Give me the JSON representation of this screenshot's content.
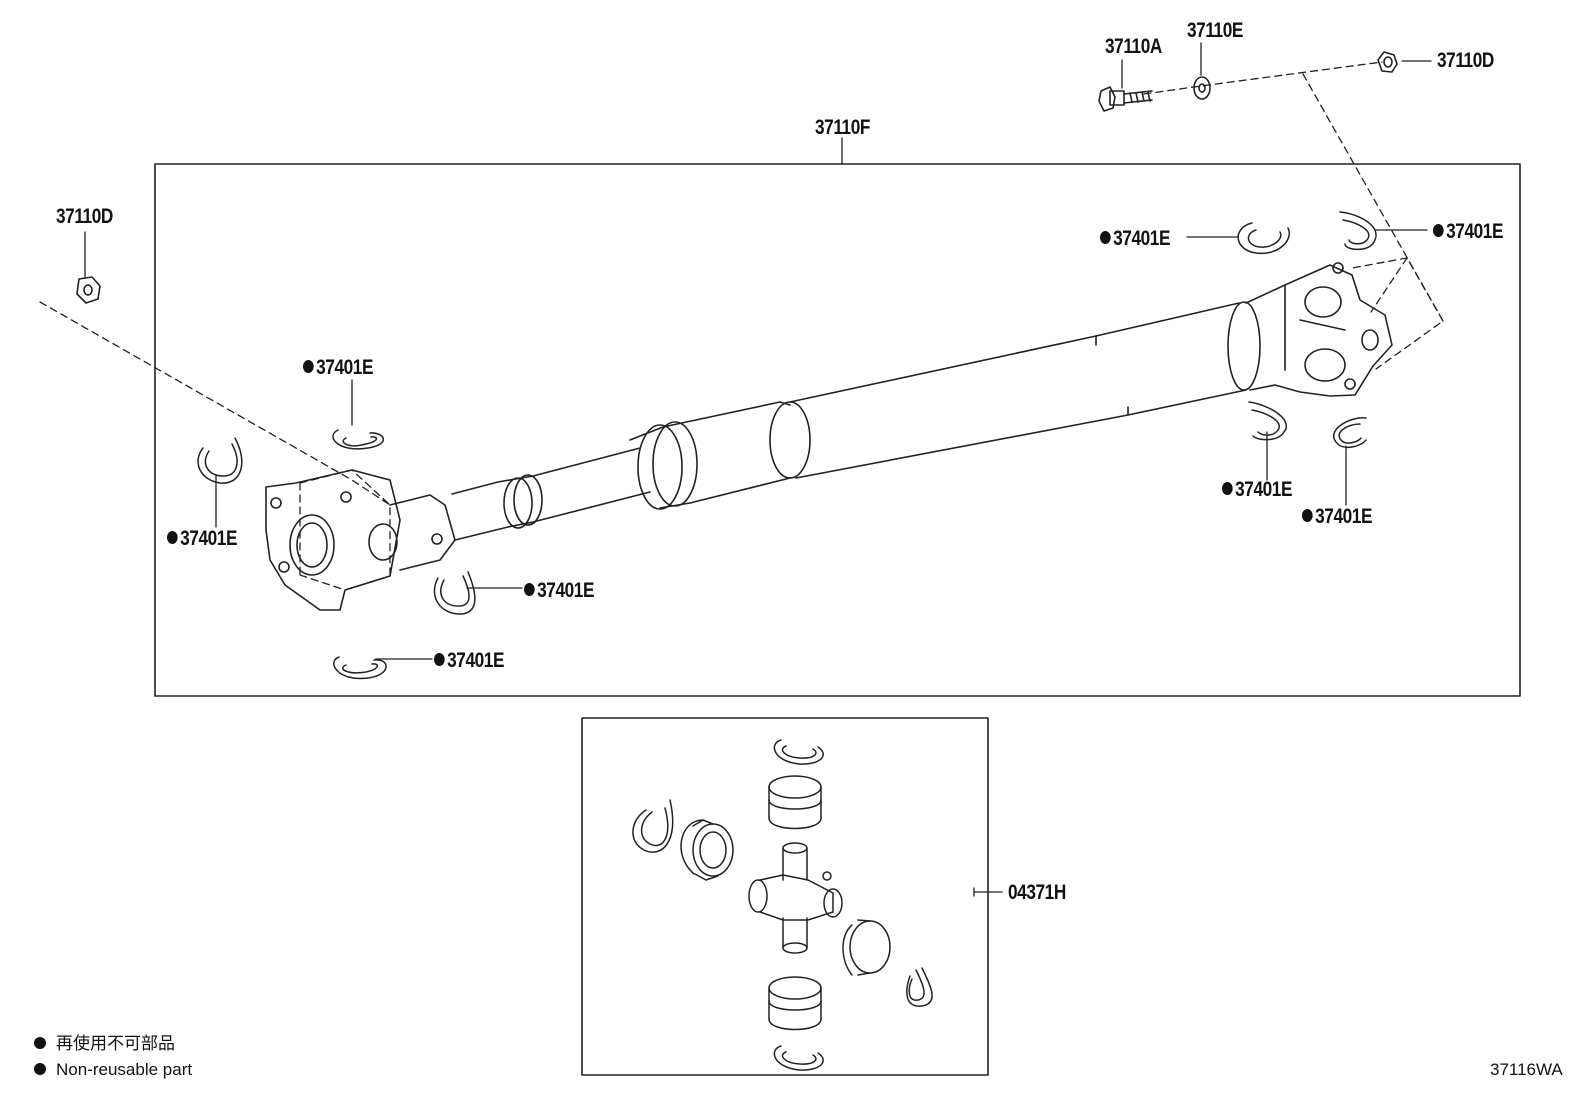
{
  "parts": {
    "bolt": "37110A",
    "washer": "37110E",
    "nut_right": "37110D",
    "nut_left": "37110D",
    "shaft_assembly": "37110F",
    "spider_kit": "04371H",
    "snap_ring": "37401E"
  },
  "snap_ring_callouts": [
    "37401E",
    "37401E",
    "37401E",
    "37401E",
    "37401E",
    "37401E",
    "37401E",
    "37401E"
  ],
  "legend": {
    "japanese": "再使用不可部品",
    "english": "Non-reusable part"
  },
  "illustration_code": "37116WA"
}
